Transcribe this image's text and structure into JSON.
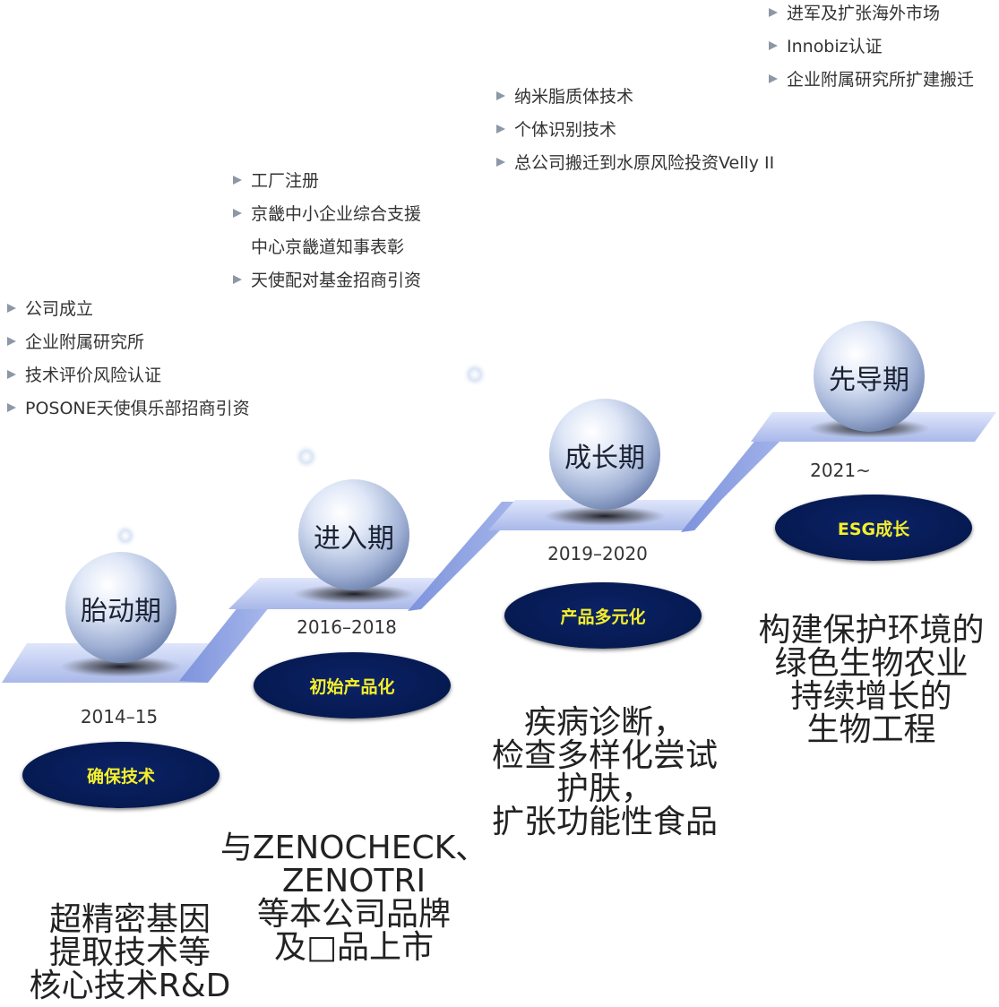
{
  "stages": [
    {
      "label": "胎动期",
      "year": "2014–15",
      "pill": "确保技术",
      "bullets": [
        "公司成立",
        "企业附属研究所",
        "技术评价风险认证",
        "POSONE天使俱乐部招商引资"
      ],
      "description": [
        "超精密基因",
        "提取技术等",
        "核心技术R&D"
      ]
    },
    {
      "label": "进入期",
      "year": "2016–2018",
      "pill": "初始产品化",
      "bullets": [
        "工厂注册",
        "京畿中小企业综合支援",
        "中心京畿道知事表彰",
        "天使配对基金招商引资"
      ],
      "description": [
        "与ZENOCHECK、",
        "ZENOTRI",
        "等本公司品牌",
        "及□品上市"
      ]
    },
    {
      "label": "成长期",
      "year": "2019–2020",
      "pill": "产品多元化",
      "bullets": [
        "纳米脂质体技术",
        "个体识别技术",
        "总公司搬迁到水原风险投资Velly II"
      ],
      "description": [
        "疾病诊断，",
        "检查多样化尝试",
        "护肤，",
        "扩张功能性食品"
      ]
    },
    {
      "label": "先导期",
      "year": "2021~",
      "pill": "ESG成长",
      "bullets": [
        "进军及扩张海外市场",
        "Innobiz认证",
        "企业附属研究所扩建搬迁"
      ],
      "description": [
        "构建保护环境的",
        "绿色生物农业",
        "持续增长的",
        "生物工程"
      ]
    }
  ],
  "colors": {
    "step_light": "#c3cff0",
    "step_dark": "#6f86d4",
    "pill_bg": "#061a52",
    "pill_text": "#f5ef2a",
    "bullet_marker": "#8d98a6"
  }
}
